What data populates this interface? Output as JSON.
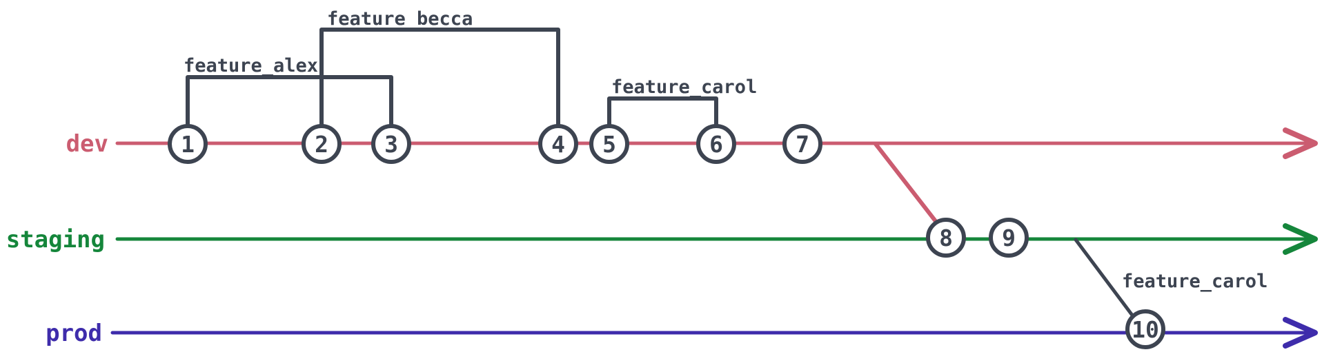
{
  "diagram_type": "git-branch-graph",
  "colors": {
    "background": "#ffffff",
    "node_stroke": "#3d4451",
    "node_fill": "#ffffff",
    "text_dark": "#3d4451",
    "dev": "#cb5c70",
    "staging": "#15863b",
    "prod": "#3e2cab"
  },
  "branches": [
    {
      "name": "dev",
      "color": "#cb5c70"
    },
    {
      "name": "staging",
      "color": "#15863b"
    },
    {
      "name": "prod",
      "color": "#3e2cab"
    }
  ],
  "features": [
    {
      "name": "feature_alex",
      "from_commit": "1",
      "to_commit": "3"
    },
    {
      "name": "feature_becca",
      "from_commit": "2",
      "to_commit": "4"
    },
    {
      "name": "feature_carol",
      "from_commit": "5",
      "to_commit": "6"
    },
    {
      "name": "feature_carol",
      "from_branch": "staging",
      "to_commit": "10"
    }
  ],
  "merges": [
    {
      "from_branch": "dev",
      "to_commit": "8"
    }
  ],
  "commits": [
    {
      "label": "1",
      "branch": "dev"
    },
    {
      "label": "2",
      "branch": "dev"
    },
    {
      "label": "3",
      "branch": "dev"
    },
    {
      "label": "4",
      "branch": "dev"
    },
    {
      "label": "5",
      "branch": "dev"
    },
    {
      "label": "6",
      "branch": "dev"
    },
    {
      "label": "7",
      "branch": "dev"
    },
    {
      "label": "8",
      "branch": "staging"
    },
    {
      "label": "9",
      "branch": "staging"
    },
    {
      "label": "10",
      "branch": "prod"
    }
  ]
}
